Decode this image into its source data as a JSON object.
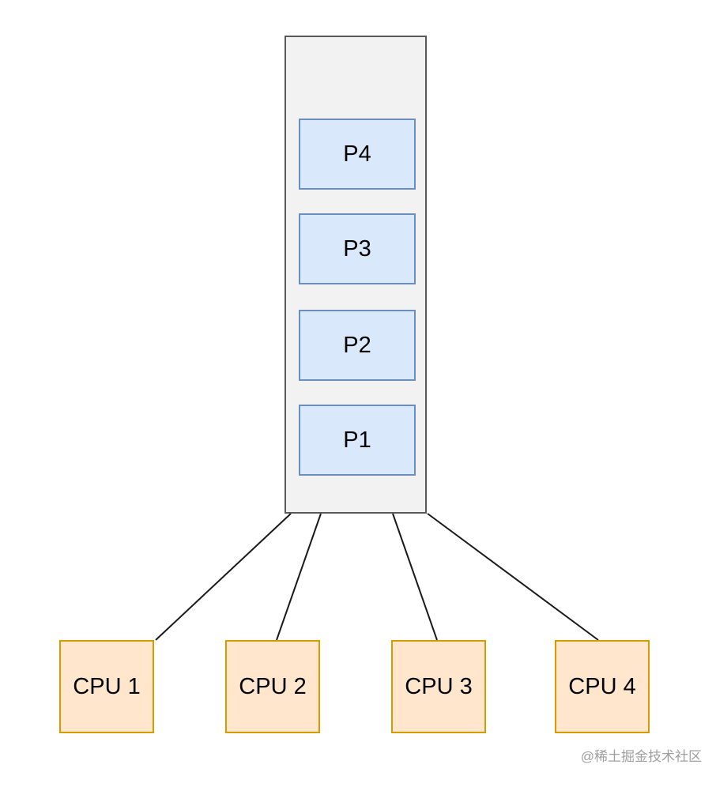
{
  "diagram": {
    "title": "process-queue-to-cpus",
    "queue": {
      "processes": [
        {
          "id": "P4",
          "label": "P4"
        },
        {
          "id": "P3",
          "label": "P3"
        },
        {
          "id": "P2",
          "label": "P2"
        },
        {
          "id": "P1",
          "label": "P1"
        }
      ]
    },
    "cpus": [
      {
        "id": "cpu1",
        "label": "CPU 1"
      },
      {
        "id": "cpu2",
        "label": "CPU 2"
      },
      {
        "id": "cpu3",
        "label": "CPU 3"
      },
      {
        "id": "cpu4",
        "label": "CPU 4"
      }
    ],
    "connectors": [
      {
        "from": "queue",
        "to": "cpu1"
      },
      {
        "from": "queue",
        "to": "cpu2"
      },
      {
        "from": "queue",
        "to": "cpu3"
      },
      {
        "from": "queue",
        "to": "cpu4"
      }
    ],
    "colors": {
      "process_fill": "#dae8fc",
      "process_border": "#6c8ebf",
      "cpu_fill": "#ffe6cc",
      "cpu_border": "#d79b00",
      "queue_fill": "#f2f2f2",
      "queue_border": "#595959",
      "connector": "#1a1a1a"
    },
    "watermark": "@稀土掘金技术社区"
  }
}
